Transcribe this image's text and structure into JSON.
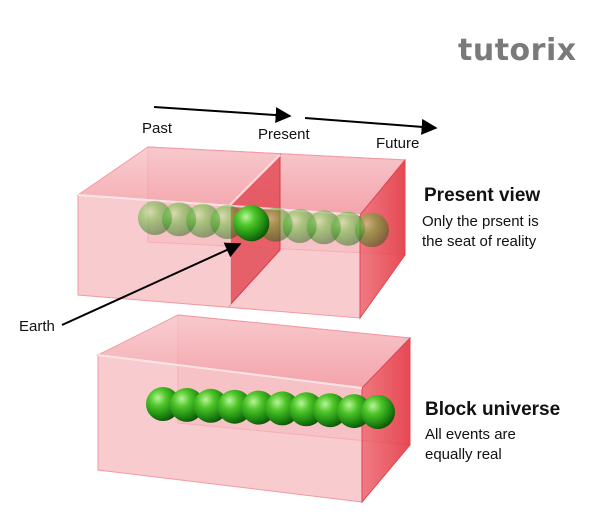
{
  "logo": {
    "text": "tutorix"
  },
  "timeline": {
    "past": "Past",
    "present": "Present",
    "future": "Future"
  },
  "earth_label": "Earth",
  "present_view": {
    "title": "Present view",
    "line1": "Only the prsent is",
    "line2": "the seat of reality",
    "spheres": 10,
    "highlighted_index": 4
  },
  "block_universe": {
    "title": "Block universe",
    "line1": "All events are",
    "line2": "equally real",
    "spheres": 10
  },
  "colors": {
    "box_side": "#f5b3b8",
    "box_edge": "#e34b55",
    "box_top": "#f1a9ae",
    "sphere": "#2ea51a",
    "arrow": "#000000"
  }
}
